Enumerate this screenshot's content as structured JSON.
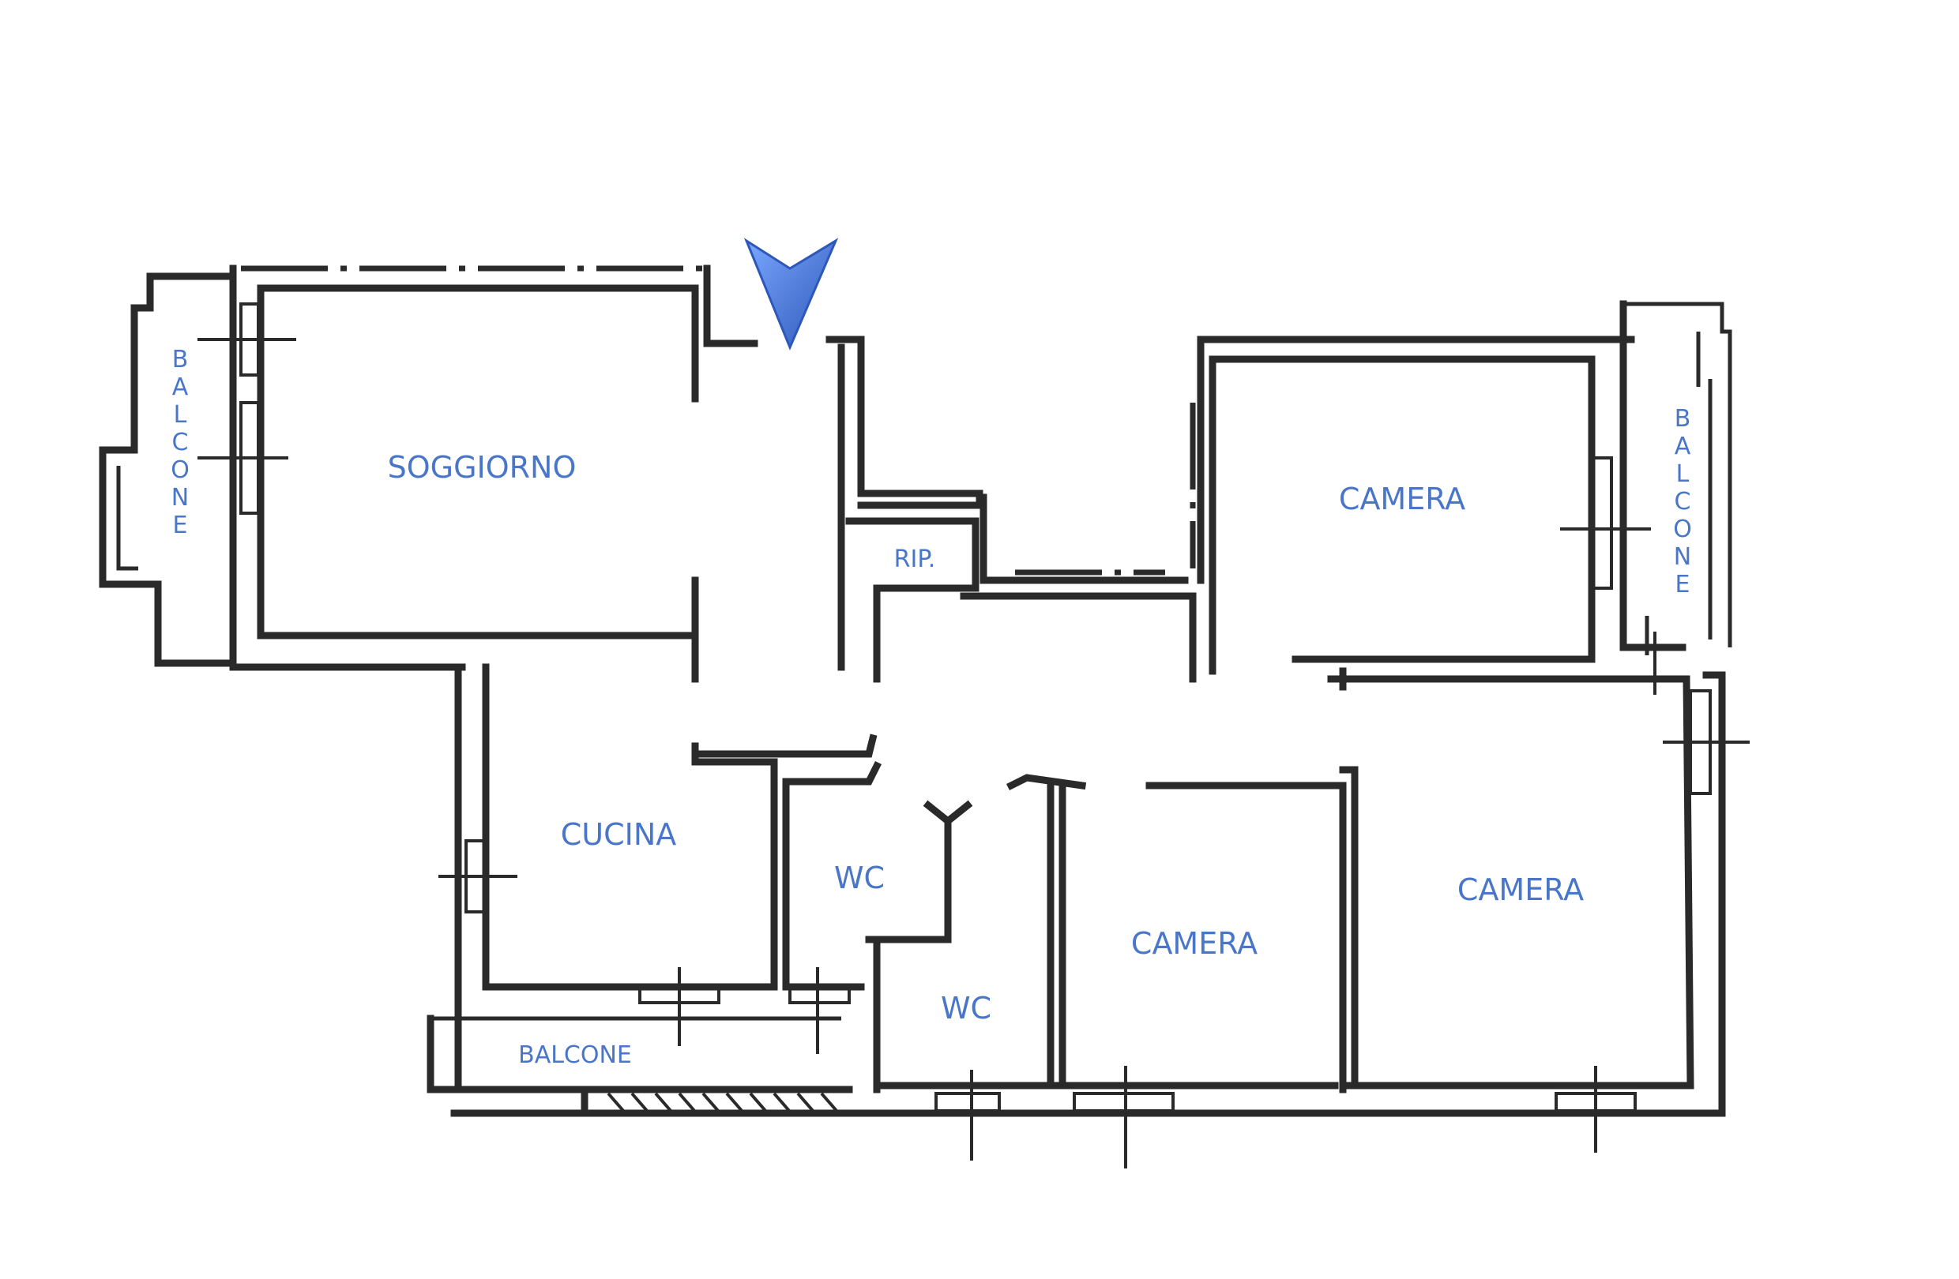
{
  "rooms": {
    "soggiorno": "SOGGIORNO",
    "rip": "RIP.",
    "camera_top": "CAMERA",
    "cucina": "CUCINA",
    "wc_1": "WC",
    "wc_2": "WC",
    "camera_mid": "CAMERA",
    "camera_right": "CAMERA"
  },
  "balconies": {
    "left": [
      "B",
      "A",
      "L",
      "C",
      "O",
      "N",
      "E"
    ],
    "right": [
      "B",
      "A",
      "L",
      "C",
      "O",
      "N",
      "E"
    ],
    "bottom": "BALCONE"
  },
  "icons": {
    "north": "north-arrow-icon"
  },
  "colors": {
    "label": "#4a76c9",
    "wall": "#2a2a2a",
    "arrow": "#3f6fd1"
  }
}
